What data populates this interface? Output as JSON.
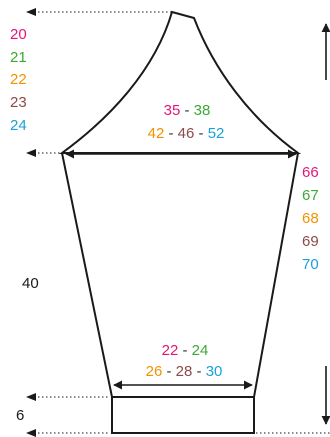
{
  "colors": {
    "pink": "#e4167c",
    "green": "#3aa935",
    "orange": "#f39200",
    "brown": "#8c4a4a",
    "blue": "#1aa1d8",
    "black": "#1a1a1a"
  },
  "size_legend": [
    "20",
    "21",
    "22",
    "23",
    "24"
  ],
  "right_sizes": [
    "66",
    "67",
    "68",
    "69",
    "70"
  ],
  "separator": "-",
  "measurements": {
    "upper_width": {
      "line1": [
        "35",
        "38"
      ],
      "line2": [
        "42",
        "46",
        "52"
      ]
    },
    "cuff_width": {
      "line1": [
        "22",
        "24"
      ],
      "line2": [
        "26",
        "28",
        "30"
      ]
    },
    "sleeve_length": "40",
    "cuff_height": "6"
  }
}
